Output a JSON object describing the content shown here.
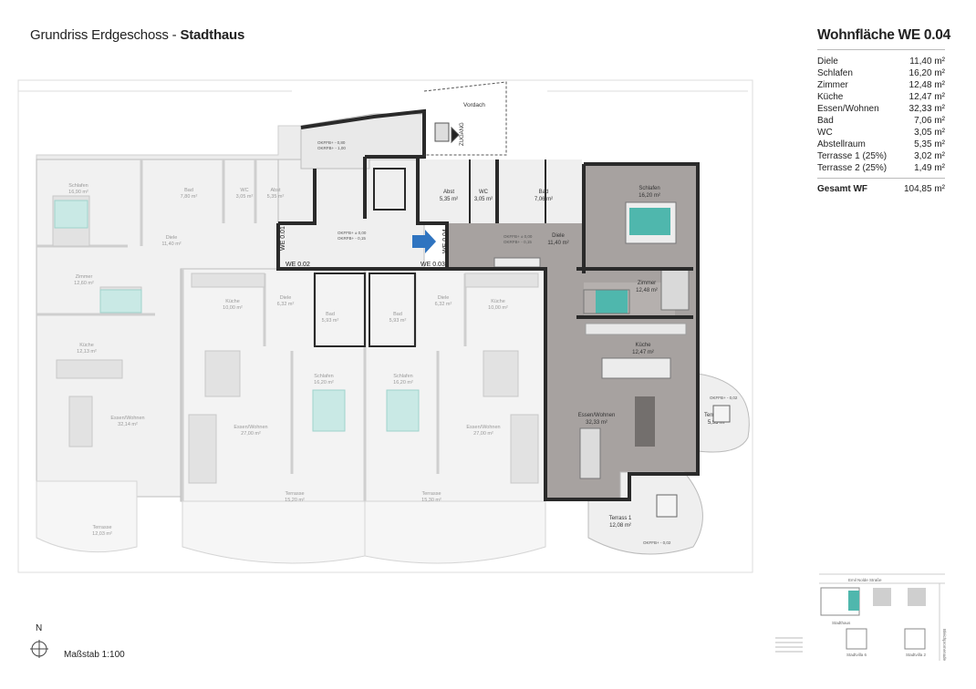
{
  "header": {
    "title_prefix": "Grundriss Erdgeschoss - ",
    "title_bold": "Stadthaus"
  },
  "panel": {
    "title": "Wohnfläche WE 0.04",
    "rooms": [
      {
        "name": "Diele",
        "area": "11,40 m²"
      },
      {
        "name": "Schlafen",
        "area": "16,20 m²"
      },
      {
        "name": "Zimmer",
        "area": "12,48 m²"
      },
      {
        "name": "Küche",
        "area": "12,47 m²"
      },
      {
        "name": "Essen/Wohnen",
        "area": "32,33 m²"
      },
      {
        "name": "Bad",
        "area": "7,06 m²"
      },
      {
        "name": "WC",
        "area": "3,05 m²"
      },
      {
        "name": "Abstellraum",
        "area": "5,35 m²"
      },
      {
        "name": "Terrasse 1 (25%)",
        "area": "3,02 m²"
      },
      {
        "name": "Terrasse 2 (25%)",
        "area": "1,49 m²"
      }
    ],
    "total_label": "Gesamt WF",
    "total_value": "104,85 m²"
  },
  "plan": {
    "unit_labels": {
      "we001": "WE 0.01",
      "we002": "WE 0.02",
      "we003": "WE 0.03",
      "we004": "WE 0.04"
    },
    "vordach": "Vordach",
    "zugang": "ZUGANG",
    "okffb_top": "OKFFB+ - 0,80",
    "okrfb_top": "OKRFB+ - 1,00",
    "okffb_hall": "OKFFB+ ± 0,00",
    "okrfb_hall": "OKRFB+ - 0,15",
    "okffb_small": "OKFFB+ - 0,02",
    "highlighted_rooms": [
      {
        "name": "Abst",
        "area": "5,35 m²"
      },
      {
        "name": "WC",
        "area": "3,05 m²"
      },
      {
        "name": "Bad",
        "area": "7,06 m²"
      },
      {
        "name": "Schlafen",
        "area": "16,20 m²"
      },
      {
        "name": "Diele",
        "area": "11,40 m²"
      },
      {
        "name": "Zimmer",
        "area": "12,48 m²"
      },
      {
        "name": "Küche",
        "area": "12,47 m²"
      },
      {
        "name": "Essen/Wohnen",
        "area": "32,33 m²"
      },
      {
        "name": "Terrasse 2",
        "area": "5,95 m²"
      },
      {
        "name": "Terrass 1",
        "area": "12,08 m²"
      }
    ],
    "other_rooms": [
      {
        "name": "Schlafen",
        "area": "16,90 m²"
      },
      {
        "name": "Bad",
        "area": "7,80 m²"
      },
      {
        "name": "WC",
        "area": "3,05 m²"
      },
      {
        "name": "Abst",
        "area": "5,35 m²"
      },
      {
        "name": "Diele",
        "area": "11,40 m²"
      },
      {
        "name": "Zimmer",
        "area": "12,60 m²"
      },
      {
        "name": "Küche",
        "area": "12,13 m²"
      },
      {
        "name": "Essen/Wohnen",
        "area": "32,14 m²"
      },
      {
        "name": "Terrasse",
        "area": "12,03 m²"
      },
      {
        "name": "Küche",
        "area": "10,00 m²"
      },
      {
        "name": "Diele",
        "area": "6,32 m²"
      },
      {
        "name": "Bad",
        "area": "5,93 m²"
      },
      {
        "name": "Schlafen",
        "area": "16,20 m²"
      },
      {
        "name": "Essen/Wohnen",
        "area": "27,00 m²"
      },
      {
        "name": "Terrasse",
        "area": "15,20 m²"
      },
      {
        "name": "Bad",
        "area": "5,93 m²"
      },
      {
        "name": "Diele",
        "area": "6,32 m²"
      },
      {
        "name": "Küche",
        "area": "10,00 m²"
      },
      {
        "name": "Schlafen",
        "area": "16,20 m²"
      },
      {
        "name": "Essen/Wohnen",
        "area": "27,00 m²"
      },
      {
        "name": "Terrasse",
        "area": "15,30 m²"
      }
    ]
  },
  "siteplan": {
    "street": "Emil Nolde Straße",
    "label_stadthaus": "Stadthaus",
    "label_villa6": "Stadtvilla 6",
    "label_villa2": "Stadtvilla 2",
    "side_street": "Bleichpromenade"
  },
  "footer": {
    "north": "N",
    "scale": "Maßstab 1:100"
  },
  "colors": {
    "highlight": "#a39e9c",
    "wall": "#2a2a2a",
    "bed": "#4fb7ad",
    "arrow": "#2f74c0"
  }
}
